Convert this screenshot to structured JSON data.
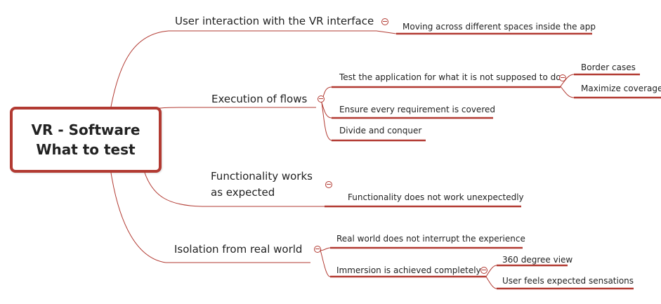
{
  "root": {
    "line1": "VR - Software",
    "line2": "What to test"
  },
  "branches": [
    {
      "label": "User interaction with the VR interface",
      "children": [
        {
          "label": "Moving across different spaces inside the app"
        }
      ]
    },
    {
      "label": "Execution of flows",
      "children": [
        {
          "label": "Test the application for what it is not supposed to do",
          "children": [
            {
              "label": "Border cases"
            },
            {
              "label": "Maximize coverage"
            }
          ]
        },
        {
          "label": "Ensure every requirement is covered"
        },
        {
          "label": "Divide and conquer"
        }
      ]
    },
    {
      "label_line1": "Functionality works",
      "label_line2": "as expected",
      "children": [
        {
          "label": "Functionality does not work unexpectedly"
        }
      ]
    },
    {
      "label": "Isolation from real world",
      "children": [
        {
          "label": "Real world does not interrupt the experience"
        },
        {
          "label": "Immersion is achieved completely",
          "children": [
            {
              "label": "360 degree view"
            },
            {
              "label": "User feels expected sensations"
            }
          ]
        }
      ]
    }
  ],
  "colors": {
    "line": "#b23a32",
    "text": "#222222"
  }
}
